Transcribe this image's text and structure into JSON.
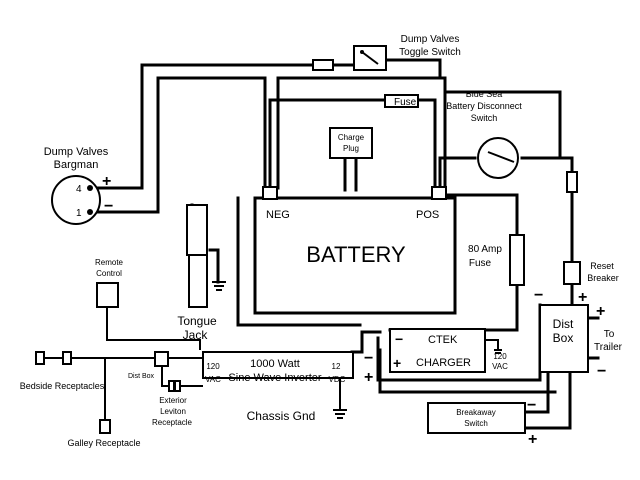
{
  "labels": {
    "dump_valves_toggle": [
      "Dump Valves",
      "Toggle Switch"
    ],
    "dump_valves_bargman": [
      "Dump Valves",
      "Bargman"
    ],
    "bargman_pin_top": "4",
    "bargman_pin_bottom": "1",
    "fuse": "Fuse",
    "charge_plug": [
      "Charge",
      "Plug"
    ],
    "blue_sea": [
      "Blue Sea",
      "Battery Disconnect",
      "Switch"
    ],
    "battery": "BATTERY",
    "neg": "NEG",
    "pos": "POS",
    "fuse_80": [
      "80 Amp",
      "Fuse"
    ],
    "remote_control": [
      "Remote",
      "Control"
    ],
    "tongue_jack": [
      "Tongue",
      "Jack"
    ],
    "reset_breaker": [
      "Reset",
      "Breaker"
    ],
    "ctek": "CTEK",
    "charger": "CHARGER",
    "ac_120_right": [
      "120",
      "VAC"
    ],
    "dist_box_main": [
      "Dist",
      "Box"
    ],
    "to_trailer": [
      "To",
      "Trailer"
    ],
    "dist_box_small": "Dist Box",
    "bedside": "Bedside Receptacles",
    "inverter_120": [
      "120",
      "VAC"
    ],
    "inverter": [
      "1000 Watt",
      "Sine Wave Inverter"
    ],
    "inverter_12": [
      "12",
      "VDC"
    ],
    "exterior_leviton": [
      "Exterior",
      "Leviton",
      "Receptacle"
    ],
    "chassis_gnd": "Chassis Gnd",
    "breakaway": [
      "Breakaway",
      "Switch"
    ],
    "galley": "Galley Receptacle",
    "plus": "+",
    "minus": "−"
  }
}
